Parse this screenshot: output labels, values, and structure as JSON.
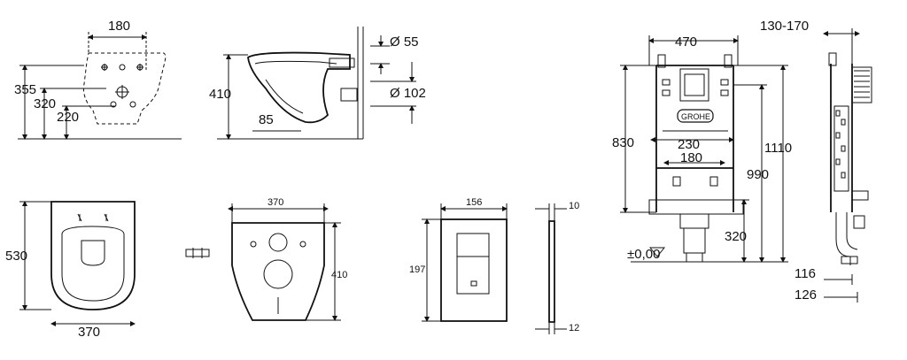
{
  "dimensions": {
    "top_view_width": "180",
    "top_view_h1": "355",
    "top_view_h2": "320",
    "top_view_h3": "220",
    "side_height": "410",
    "side_outlet_offset": "85",
    "pipe_d1": "Ø 55",
    "pipe_d2": "Ø 102",
    "bowl_length": "530",
    "bowl_width": "370",
    "pad_width": "370",
    "pad_height": "410",
    "plate_width": "156",
    "plate_height": "197",
    "plate_depth_top": "10",
    "plate_depth_bottom": "12",
    "frame_width": "470",
    "frame_height_830": "830",
    "frame_height_1110": "1110",
    "frame_height_990": "990",
    "frame_span_230": "230",
    "frame_span_180": "180",
    "frame_320": "320",
    "floor_level": "±0,00",
    "depth_range": "130-170",
    "depth_116": "116",
    "depth_126": "126"
  },
  "brand_badge": "GROHE"
}
